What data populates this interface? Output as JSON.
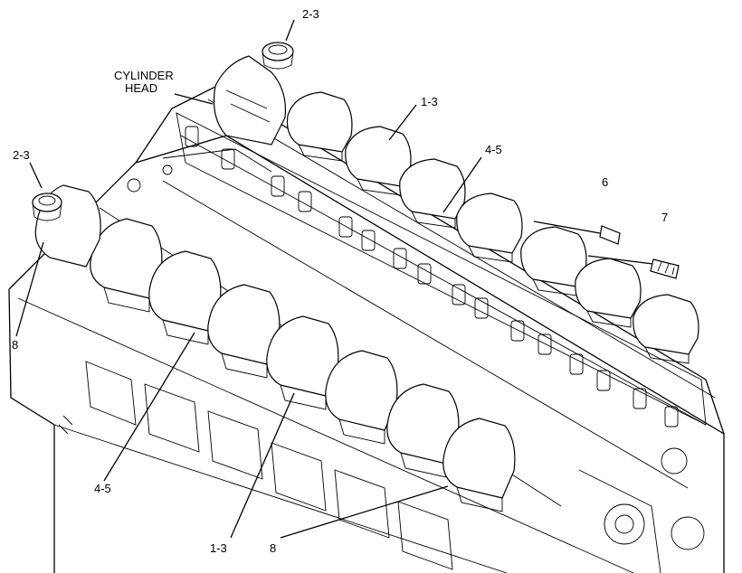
{
  "diagram": {
    "callouts": {
      "top_cap": "2-3",
      "cylinder_head_line1": "CYLINDER",
      "cylinder_head_line2": "HEAD",
      "left_cap": "2-3",
      "upper_cover": "1-3",
      "upper_gasket": "4-5",
      "part_six": "6",
      "part_seven": "7",
      "left_lower": "8",
      "lower_gasket": "4-5",
      "lower_cover": "1-3",
      "bottom_right": "8"
    },
    "colors": {
      "line": "#000000",
      "background": "#ffffff"
    }
  }
}
